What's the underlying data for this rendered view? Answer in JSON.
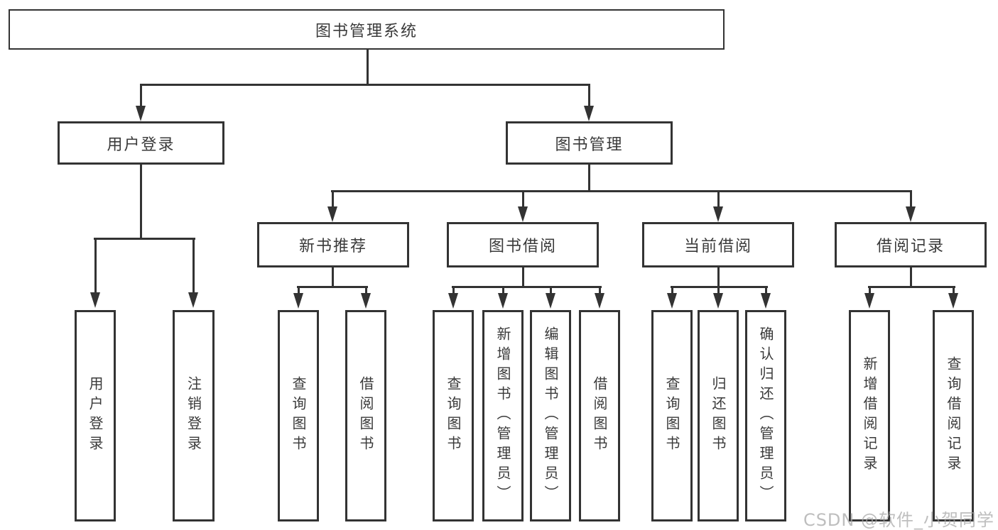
{
  "tree": {
    "root": {
      "label": "图书管理系统"
    },
    "branches": [
      {
        "label": "用户登录",
        "children": [
          {
            "label": "用户登录"
          },
          {
            "label": "注销登录"
          }
        ]
      },
      {
        "label": "图书管理",
        "children": [
          {
            "label": "新书推荐",
            "children": [
              {
                "label": "查询图书"
              },
              {
                "label": "借阅图书"
              }
            ]
          },
          {
            "label": "图书借阅",
            "children": [
              {
                "label": "查询图书"
              },
              {
                "label": "新增图书（管理员）"
              },
              {
                "label": "编辑图书（管理员）"
              },
              {
                "label": "借阅图书"
              }
            ]
          },
          {
            "label": "当前借阅",
            "children": [
              {
                "label": "查询图书"
              },
              {
                "label": "归还图书"
              },
              {
                "label": "确认归还（管理员）"
              }
            ]
          },
          {
            "label": "借阅记录",
            "children": [
              {
                "label": "新增借阅记录"
              },
              {
                "label": "查询借阅记录"
              }
            ]
          }
        ]
      }
    ]
  },
  "watermark": {
    "text": "CSDN @软件_小贺同学"
  },
  "colors": {
    "line": "#333333",
    "text": "#3a3a3a",
    "background": "#ffffff",
    "watermark": "#b5b5b5"
  }
}
